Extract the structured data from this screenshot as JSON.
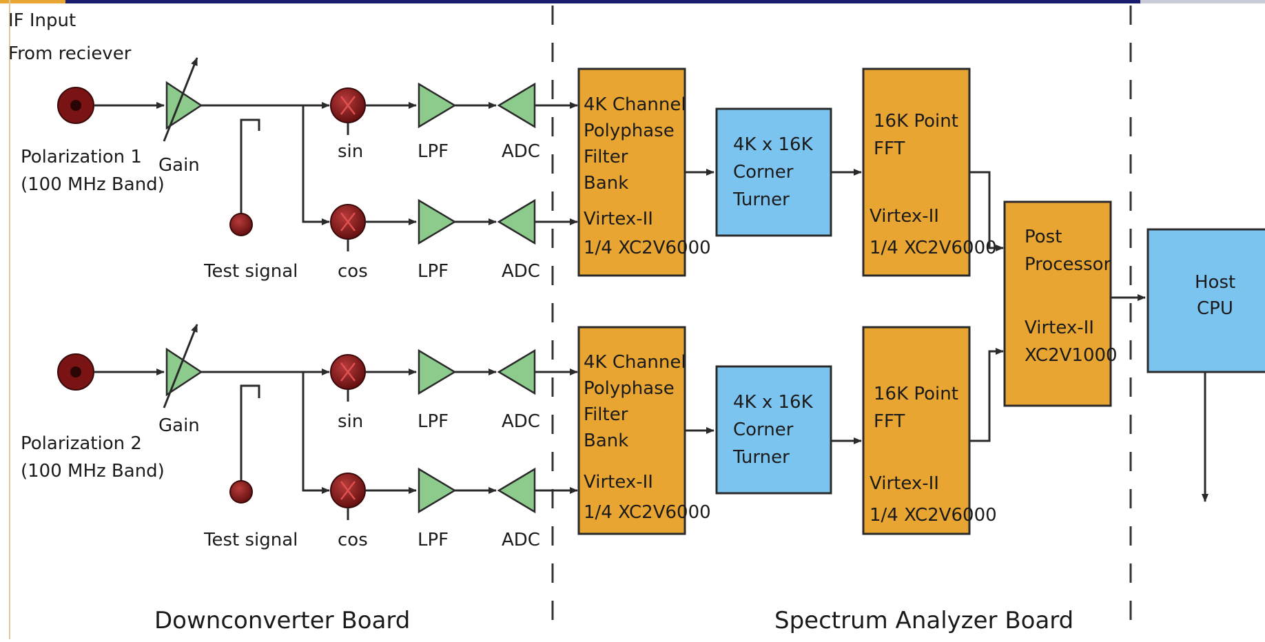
{
  "header": {
    "input_line1": "IF Input",
    "input_line2": "From reciever"
  },
  "paths": [
    {
      "source_line1": "Polarization 1",
      "source_line2": "(100 MHz Band)",
      "gain": "Gain",
      "test_signal": "Test signal",
      "mixer_top": "sin",
      "mixer_bottom": "cos",
      "lpf_top": "LPF",
      "lpf_bottom": "LPF",
      "adc_top": "ADC",
      "adc_bottom": "ADC",
      "filter_bank": [
        "4K Channel",
        "Polyphase",
        "Filter",
        "Bank",
        "Virtex-II",
        "1/4 XC2V6000"
      ],
      "corner_turner": [
        "4K x 16K",
        "Corner",
        "Turner"
      ],
      "fft": [
        "16K Point",
        "FFT",
        "Virtex-II",
        "1/4 XC2V6000"
      ]
    },
    {
      "source_line1": "Polarization 2",
      "source_line2": "(100 MHz Band)",
      "gain": "Gain",
      "test_signal": "Test signal",
      "mixer_top": "sin",
      "mixer_bottom": "cos",
      "lpf_top": "LPF",
      "lpf_bottom": "LPF",
      "adc_top": "ADC",
      "adc_bottom": "ADC",
      "filter_bank": [
        "4K Channel",
        "Polyphase",
        "Filter",
        "Bank",
        "Virtex-II",
        "1/4 XC2V6000"
      ],
      "corner_turner": [
        "4K x 16K",
        "Corner",
        "Turner"
      ],
      "fft": [
        "16K Point",
        "FFT",
        "Virtex-II",
        "1/4 XC2V6000"
      ]
    }
  ],
  "post_processor": [
    "Post",
    "Processor",
    "Virtex-II",
    "XC2V1000"
  ],
  "host_cpu": [
    "Host",
    "CPU"
  ],
  "boards": {
    "downconverter": "Downconverter Board",
    "spectrum_analyzer": "Spectrum Analyzer Board"
  },
  "colors": {
    "orange_box": "#e8a531",
    "blue_box": "#7cc4f0",
    "amplifier_green": "#8ccb8c",
    "mixer_red": "#7a1313",
    "top_bar": "#1a1d6e"
  }
}
